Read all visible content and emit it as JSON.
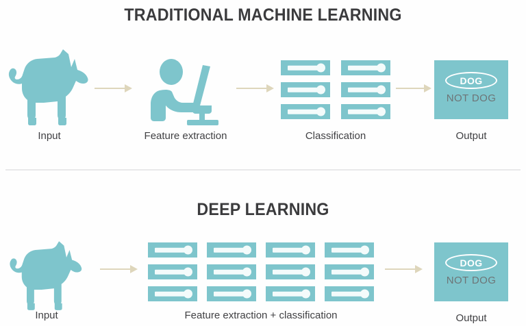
{
  "sections": {
    "traditional": {
      "title": "TRADITIONAL MACHINE LEARNING",
      "stages": [
        {
          "label": "Input",
          "icon": "dog-silhouette-icon"
        },
        {
          "label": "Feature extraction",
          "icon": "person-at-computer-icon"
        },
        {
          "label": "Classification",
          "icon": "server-grid-icon"
        },
        {
          "label": "Output",
          "icon": "output-box-icon"
        }
      ],
      "classification_grid": {
        "columns": 2,
        "rows": 3
      },
      "output": {
        "primary": "DOG",
        "secondary": "NOT DOG"
      },
      "arrows": 3
    },
    "deep": {
      "title": "DEEP LEARNING",
      "stages": [
        {
          "label": "Input",
          "icon": "dog-silhouette-icon"
        },
        {
          "label": "Feature extraction + classification",
          "icon": "server-grid-icon"
        },
        {
          "label": "Output",
          "icon": "output-box-icon"
        }
      ],
      "network_grid": {
        "columns": 4,
        "rows": 3
      },
      "output": {
        "primary": "DOG",
        "secondary": "NOT DOG"
      },
      "arrows": 2
    }
  },
  "colors": {
    "teal": "#7ec5cc",
    "teal_dark": "#74bdc4",
    "arrow": "#ded6bb",
    "heading": "#3b3b3d",
    "label": "#404043",
    "notdog": "#6d7476",
    "divider": "#e9e9ea",
    "background": "#fefefe"
  }
}
